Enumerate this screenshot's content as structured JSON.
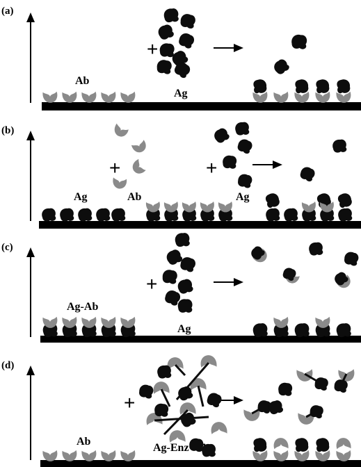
{
  "colors": {
    "antigen": "#0d0d0d",
    "antibody": "#8a8a8a",
    "substrate": "#000000",
    "background": "#ffffff"
  },
  "icons": {
    "antigen": "antigen-blob-icon",
    "antibody": "antibody-crescent-icon",
    "enzyme": "enzyme-crescent-icon"
  },
  "panels": [
    {
      "id": "a",
      "letter": "(a)",
      "labels": [
        "Ab",
        "Ag"
      ],
      "operators": [
        "+"
      ]
    },
    {
      "id": "b",
      "letter": "(b)",
      "labels": [
        "Ag",
        "Ab",
        "Ag"
      ],
      "operators": [
        "+",
        "+"
      ]
    },
    {
      "id": "c",
      "letter": "(c)",
      "labels": [
        "Ag-Ab",
        "Ag"
      ],
      "operators": [
        "+"
      ]
    },
    {
      "id": "d",
      "letter": "(d)",
      "labels": [
        "Ab",
        "Ag-Enz + Ag"
      ],
      "operators": [
        "+"
      ]
    }
  ]
}
